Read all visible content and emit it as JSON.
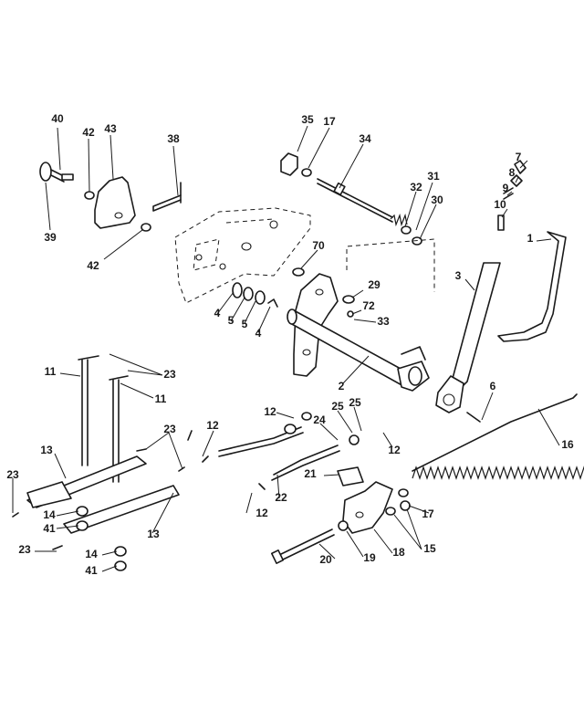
{
  "callouts": [
    {
      "id": "c40",
      "label": "40"
    },
    {
      "id": "c42a",
      "label": "42"
    },
    {
      "id": "c43",
      "label": "43"
    },
    {
      "id": "c39",
      "label": "39"
    },
    {
      "id": "c42b",
      "label": "42"
    },
    {
      "id": "c38",
      "label": "38"
    },
    {
      "id": "c35",
      "label": "35"
    },
    {
      "id": "c17a",
      "label": "17"
    },
    {
      "id": "c34",
      "label": "34"
    },
    {
      "id": "c32",
      "label": "32"
    },
    {
      "id": "c31",
      "label": "31"
    },
    {
      "id": "c30",
      "label": "30"
    },
    {
      "id": "c7",
      "label": "7"
    },
    {
      "id": "c8",
      "label": "8"
    },
    {
      "id": "c9",
      "label": "9"
    },
    {
      "id": "c10",
      "label": "10"
    },
    {
      "id": "c1",
      "label": "1"
    },
    {
      "id": "c70",
      "label": "70"
    },
    {
      "id": "c29",
      "label": "29"
    },
    {
      "id": "c72",
      "label": "72"
    },
    {
      "id": "c33",
      "label": "33"
    },
    {
      "id": "c3",
      "label": "3"
    },
    {
      "id": "c4a",
      "label": "4"
    },
    {
      "id": "c5a",
      "label": "5"
    },
    {
      "id": "c5b",
      "label": "5"
    },
    {
      "id": "c4b",
      "label": "4"
    },
    {
      "id": "c2",
      "label": "2"
    },
    {
      "id": "c6",
      "label": "6"
    },
    {
      "id": "c11a",
      "label": "11"
    },
    {
      "id": "c23a",
      "label": "23"
    },
    {
      "id": "c11b",
      "label": "11"
    },
    {
      "id": "c12a",
      "label": "12"
    },
    {
      "id": "c25a",
      "label": "25"
    },
    {
      "id": "c25b",
      "label": "25"
    },
    {
      "id": "c24",
      "label": "24"
    },
    {
      "id": "c12b",
      "label": "12"
    },
    {
      "id": "c16",
      "label": "16"
    },
    {
      "id": "c23b",
      "label": "23"
    },
    {
      "id": "c12c",
      "label": "12"
    },
    {
      "id": "c13a",
      "label": "13"
    },
    {
      "id": "c23c",
      "label": "23"
    },
    {
      "id": "c14a",
      "label": "14"
    },
    {
      "id": "c41a",
      "label": "41"
    },
    {
      "id": "c21",
      "label": "21"
    },
    {
      "id": "c22",
      "label": "22"
    },
    {
      "id": "c12d",
      "label": "12"
    },
    {
      "id": "c17b",
      "label": "17"
    },
    {
      "id": "c13b",
      "label": "13"
    },
    {
      "id": "c15",
      "label": "15"
    },
    {
      "id": "c23d",
      "label": "23"
    },
    {
      "id": "c14b",
      "label": "14"
    },
    {
      "id": "c41b",
      "label": "41"
    },
    {
      "id": "c20",
      "label": "20"
    },
    {
      "id": "c19",
      "label": "19"
    },
    {
      "id": "c18",
      "label": "18"
    }
  ]
}
